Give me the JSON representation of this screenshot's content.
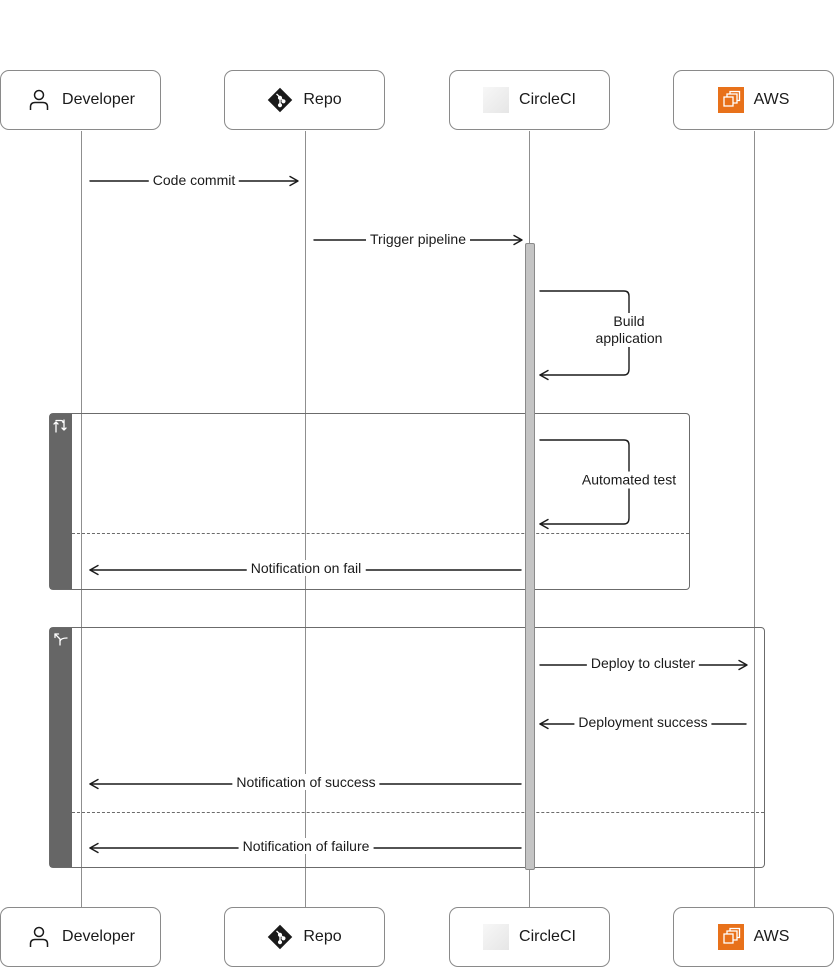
{
  "participants": [
    {
      "id": "developer",
      "label": "Developer",
      "icon": "person-icon"
    },
    {
      "id": "repo",
      "label": "Repo",
      "icon": "git-icon"
    },
    {
      "id": "circleci",
      "label": "CircleCI",
      "icon": "circleci-icon"
    },
    {
      "id": "aws",
      "label": "AWS",
      "icon": "aws-icon"
    }
  ],
  "messages": [
    {
      "from": "developer",
      "to": "repo",
      "label": "Code commit"
    },
    {
      "from": "repo",
      "to": "circleci",
      "label": "Trigger pipeline"
    },
    {
      "from": "circleci",
      "to": "circleci",
      "label": "Build application"
    },
    {
      "from": "circleci",
      "to": "circleci",
      "label": "Automated test"
    },
    {
      "from": "circleci",
      "to": "developer",
      "label": "Notification on fail"
    },
    {
      "from": "circleci",
      "to": "aws",
      "label": "Deploy to cluster"
    },
    {
      "from": "aws",
      "to": "circleci",
      "label": "Deployment success"
    },
    {
      "from": "circleci",
      "to": "developer",
      "label": "Notification of success"
    },
    {
      "from": "circleci",
      "to": "developer",
      "label": "Notification of failure"
    }
  ],
  "self_labels": {
    "build": [
      "Build",
      "application"
    ]
  },
  "fragments": [
    {
      "kind": "loop",
      "icon": "loop-icon"
    },
    {
      "kind": "alt",
      "icon": "branch-icon"
    }
  ],
  "colors": {
    "frame_tab": "#666666",
    "activation": "#c4c4c4",
    "aws_orange": "#E8711A"
  }
}
